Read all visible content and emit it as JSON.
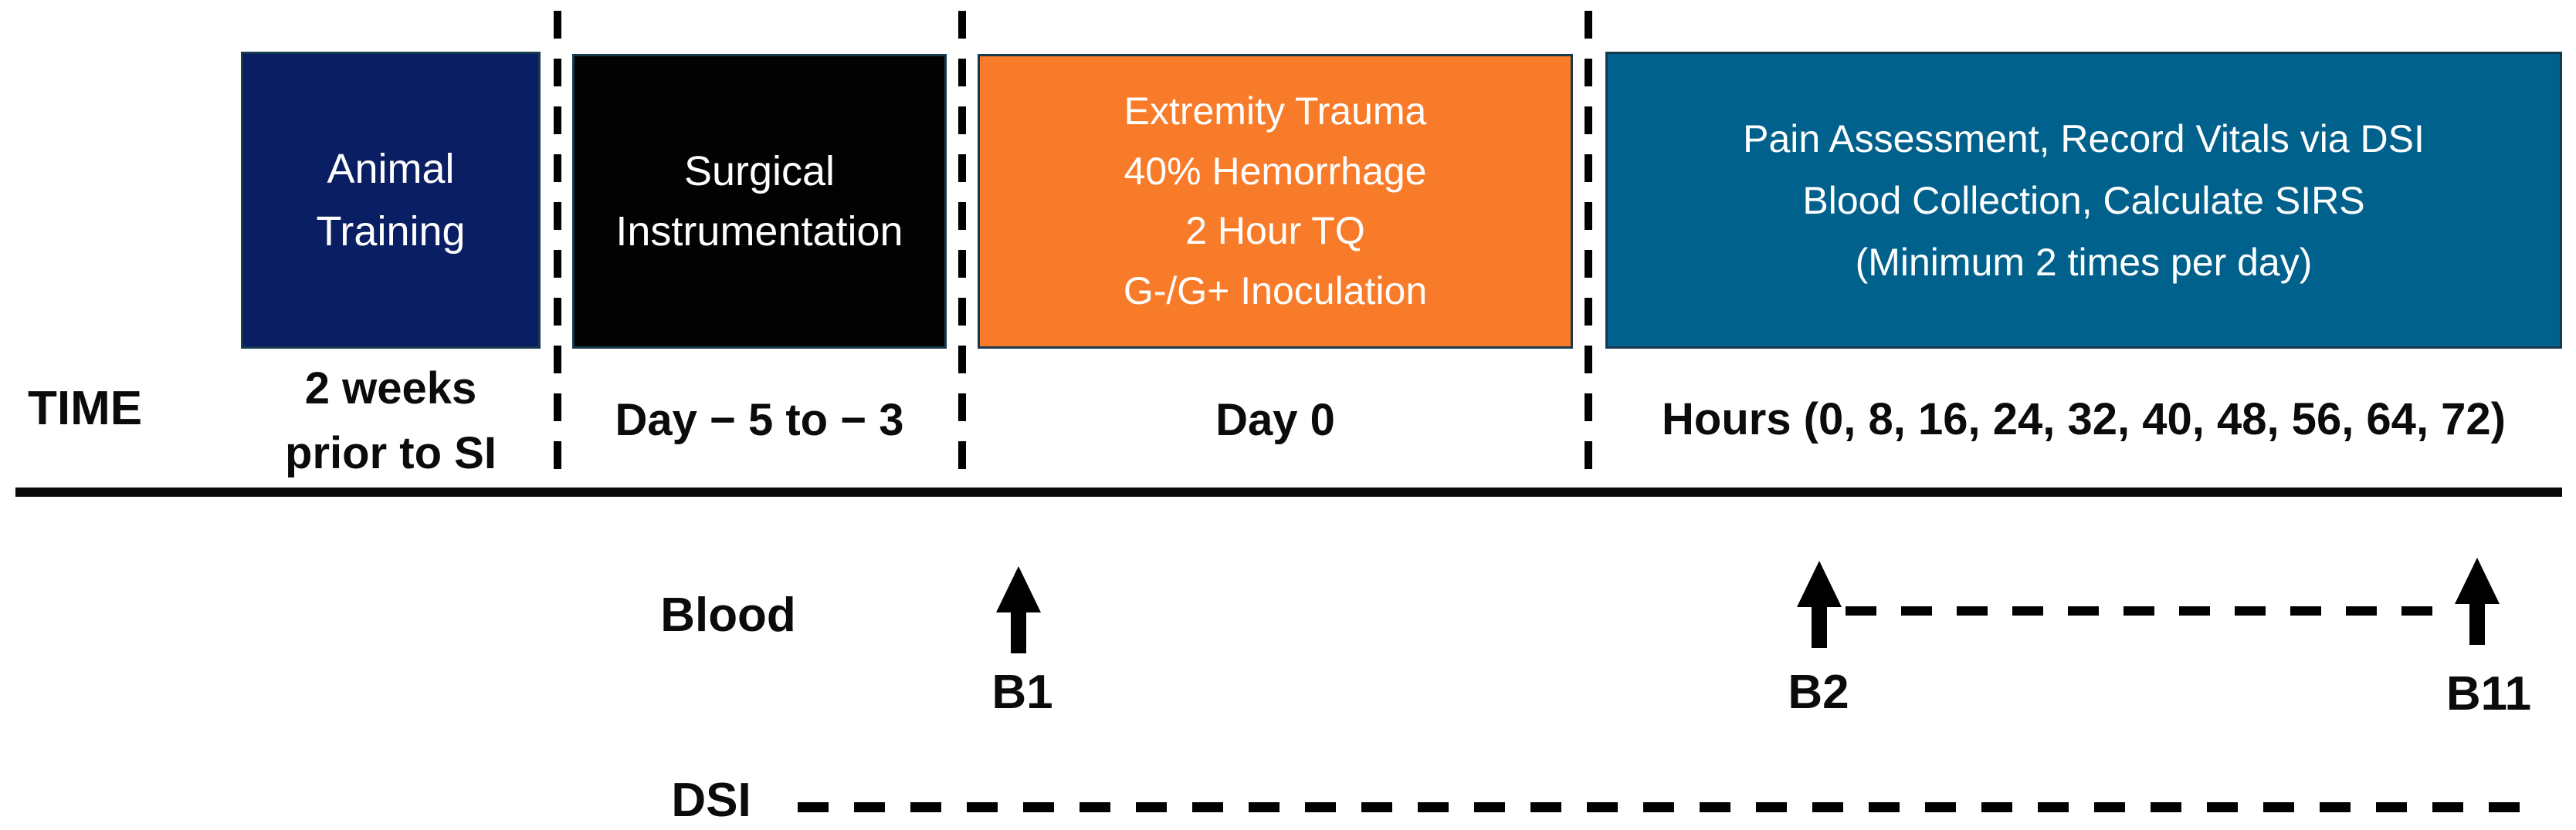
{
  "diagram": {
    "title_hint": "Study timeline diagram",
    "time_axis_label": "TIME",
    "phases": [
      {
        "name": "animal-training",
        "box_label": "Animal\nTraining",
        "time_label": "2 weeks\nprior to SI",
        "color": "#0a1f63"
      },
      {
        "name": "surgical-instrumentation",
        "box_label": "Surgical\nInstrumentation",
        "time_label": "Day − 5 to − 3",
        "color": "#020202"
      },
      {
        "name": "trauma-hemorrhage-inoculation",
        "box_label": "Extremity Trauma\n40% Hemorrhage\n2 Hour TQ\nG-/G+ Inoculation",
        "time_label": "Day 0",
        "color": "#f87b2a"
      },
      {
        "name": "monitoring-assessment",
        "box_label": "Pain Assessment, Record Vitals via DSI\nBlood Collection, Calculate SIRS\n(Minimum 2 times per day)",
        "time_label": "Hours (0, 8, 16, 24, 32, 40, 48, 56, 64, 72)",
        "color": "#00618c"
      }
    ],
    "blood_row": {
      "label": "Blood",
      "markers": [
        {
          "label": "B1"
        },
        {
          "label": "B2"
        },
        {
          "label": "B11"
        }
      ]
    },
    "dsi_row": {
      "label": "DSI"
    },
    "colors": {
      "box_border": "#17394e",
      "line_black": "#0a0a0a",
      "text_white": "#ffffff",
      "text_black": "#0b0b0b"
    }
  }
}
